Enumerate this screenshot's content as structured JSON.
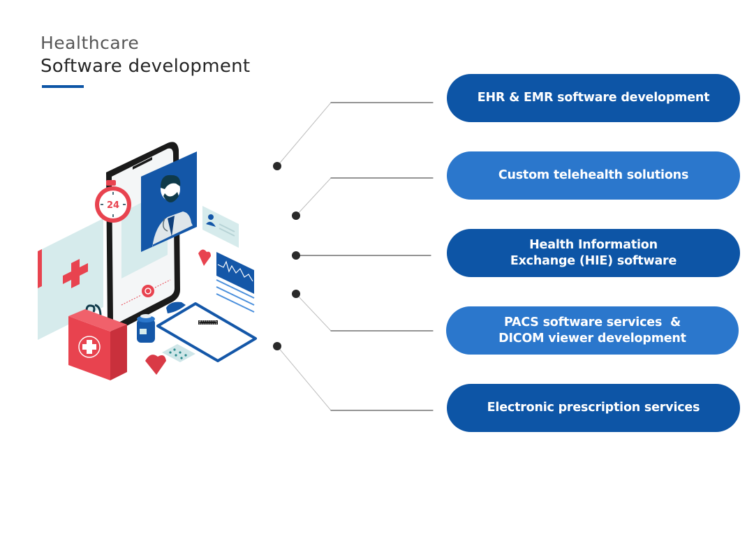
{
  "header": {
    "title_light": "Healthcare",
    "title_main": "Software development"
  },
  "colors": {
    "accent": "#0d55a6",
    "pill_dark": "#0d55a6",
    "pill_light": "#2b77cc",
    "connector": "#555555",
    "dot": "#2a2a2a",
    "illustration_red": "#e8434f",
    "illustration_blue": "#1457a8",
    "illustration_teal": "#cfe6e8"
  },
  "services": [
    {
      "label": "EHR & EMR software development",
      "style": "dark"
    },
    {
      "label": "Custom telehealth solutions",
      "style": "light"
    },
    {
      "label": "Health Information Exchange (HIE) software",
      "style": "dark"
    },
    {
      "label": "PACS software services  & DICOM viewer development",
      "style": "light"
    },
    {
      "label": "Electronic prescription services",
      "style": "dark"
    }
  ],
  "illustration": {
    "subject": "telemedicine-smartphone",
    "clock_label": "24",
    "icons": [
      "smartphone-icon",
      "doctor-icon",
      "clock-24-icon",
      "first-aid-kit-icon",
      "medical-cross-card-icon",
      "heart-icon",
      "ecg-report-icon",
      "profile-card-icon",
      "pill-bottle-icon",
      "pill-blister-icon",
      "clipboard-icon"
    ]
  }
}
